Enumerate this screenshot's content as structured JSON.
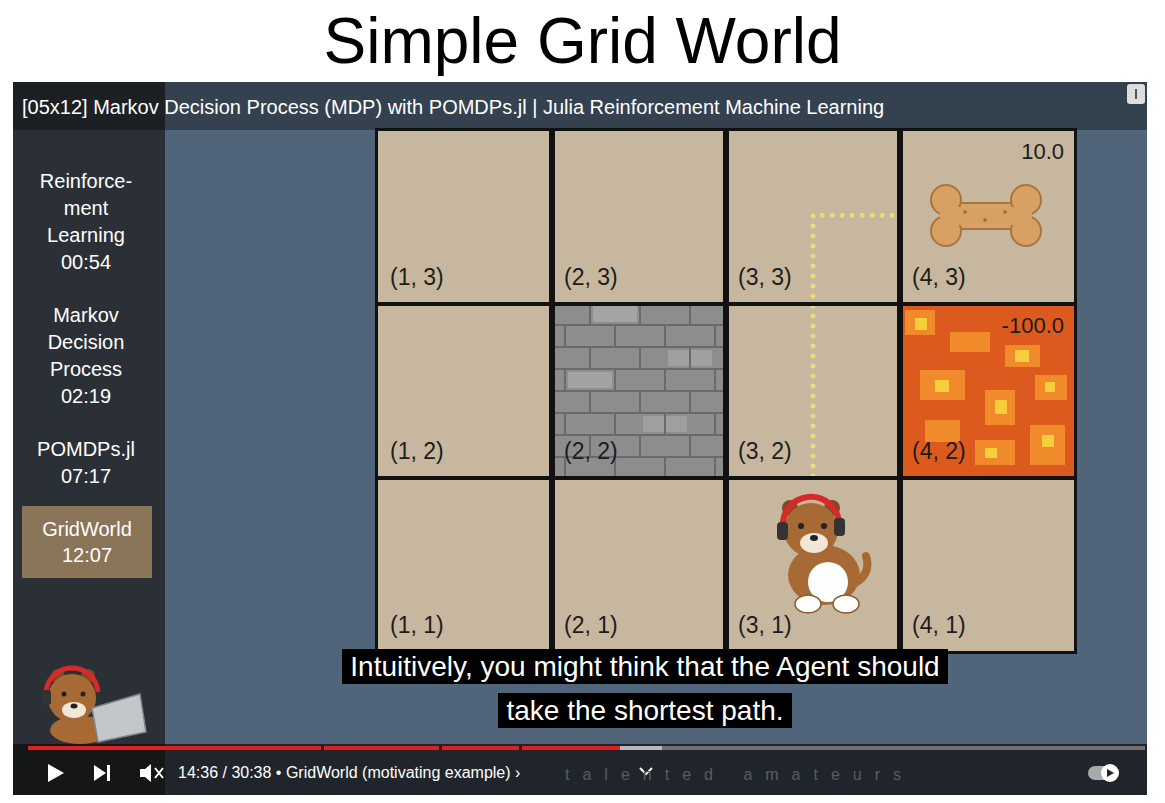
{
  "diagram": {
    "title": "Simple Grid World",
    "nodes": [
      {
        "text": [
          "(1, 3)"
        ]
      },
      {
        "text": [
          "(2, 3)"
        ]
      },
      {
        "text": [
          "(3, 3)"
        ]
      },
      {
        "text": [
          "10.0",
          "(4, 3)"
        ]
      },
      {
        "text": [
          "(1, 2)"
        ]
      },
      {
        "text": [
          "(2, 2)"
        ]
      },
      {
        "text": [
          "(3, 2)"
        ]
      },
      {
        "text": [
          "-100.0",
          "(4, 2)"
        ]
      },
      {
        "text": [
          "(1, 1)"
        ]
      },
      {
        "text": [
          "(2, 1)"
        ]
      },
      {
        "text": [
          "(3, 1)"
        ]
      },
      {
        "text": [
          "(4, 1)"
        ]
      },
      {
        "text": [
          "GridWorld 12:07"
        ]
      }
    ],
    "edges": [
      {
        "from": 10,
        "to": 3,
        "arrow": "none"
      }
    ],
    "labels": [
      "[05x12] Markov Decision Process (MDP) with POMDPs.jl | Julia Reinforcement Machine Learning",
      "Reinforce- ment Learning 00:54",
      "Markov Decision Process 02:19",
      "POMDPs.jl 07:17",
      "Intuitively, you might think that the Agent should take the shortest path.",
      "14:36 / 30:38 • GridWorld (motivating example) ›",
      "talented amateurs"
    ]
  }
}
